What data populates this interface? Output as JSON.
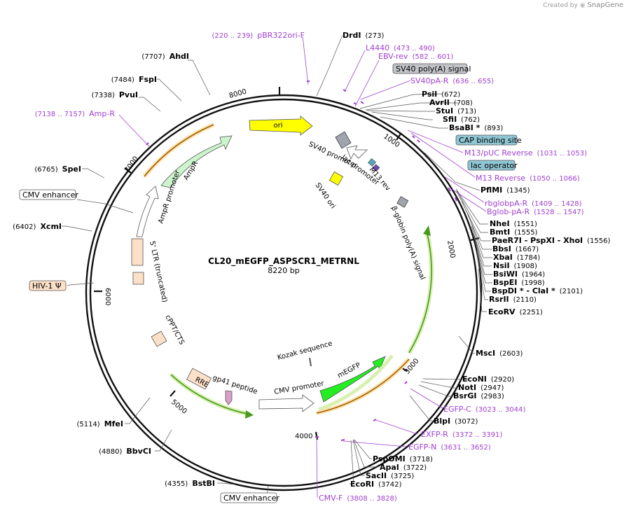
{
  "credit": {
    "prefix": "Created by",
    "brand": "SnapGene"
  },
  "plasmid": {
    "name": "CL20_mEGFP_ASPSCR1_METRNL",
    "size_label": "8220 bp",
    "length": 8220
  },
  "ticks": [
    "1000",
    "2000",
    "3000",
    "4000",
    "5000",
    "6000",
    "7000",
    "8000"
  ],
  "enzymes": [
    {
      "name": "DrdI",
      "pos": "(273)"
    },
    {
      "name": "PsiI",
      "pos": "(672)"
    },
    {
      "name": "AvrII",
      "pos": "(708)"
    },
    {
      "name": "StuI",
      "pos": "(713)"
    },
    {
      "name": "SfiI",
      "pos": "(762)"
    },
    {
      "name": "BsaBI *",
      "pos": "(893)"
    },
    {
      "name": "PflMI",
      "pos": "(1345)"
    },
    {
      "name": "NheI",
      "pos": "(1551)"
    },
    {
      "name": "BmtI",
      "pos": "(1555)"
    },
    {
      "name": "PaeR7I - PspXI - XhoI",
      "pos": "(1556)"
    },
    {
      "name": "BbsI",
      "pos": "(1667)"
    },
    {
      "name": "XbaI",
      "pos": "(1784)"
    },
    {
      "name": "NsiI",
      "pos": "(1908)"
    },
    {
      "name": "BsiWI",
      "pos": "(1964)"
    },
    {
      "name": "BspEI",
      "pos": "(1998)"
    },
    {
      "name": "BspDI * - ClaI *",
      "pos": "(2101)"
    },
    {
      "name": "RsrII",
      "pos": "(2110)"
    },
    {
      "name": "EcoRV",
      "pos": "(2251)"
    },
    {
      "name": "MscI",
      "pos": "(2603)"
    },
    {
      "name": "EcoNI",
      "pos": "(2920)"
    },
    {
      "name": "NotI",
      "pos": "(2947)"
    },
    {
      "name": "BsrGI",
      "pos": "(2983)"
    },
    {
      "name": "BlpI",
      "pos": "(3072)"
    },
    {
      "name": "PspOMI",
      "pos": "(3718)"
    },
    {
      "name": "ApaI",
      "pos": "(3722)"
    },
    {
      "name": "SacII",
      "pos": "(3725)"
    },
    {
      "name": "EcoRI",
      "pos": "(3742)"
    },
    {
      "name": "BstBI",
      "pos": "(4355)"
    },
    {
      "name": "BbvCI",
      "pos": "(4880)"
    },
    {
      "name": "MfeI",
      "pos": "(5114)"
    },
    {
      "name": "XcmI",
      "pos": "(6402)"
    },
    {
      "name": "SpeI",
      "pos": "(6765)"
    },
    {
      "name": "PvuI",
      "pos": "(7338)"
    },
    {
      "name": "FspI",
      "pos": "(7484)"
    },
    {
      "name": "AhdI",
      "pos": "(7707)"
    }
  ],
  "primers": [
    {
      "name": "pBR322ori-F",
      "range": "(220 .. 239)"
    },
    {
      "name": "L4440",
      "range": "(473 .. 490)"
    },
    {
      "name": "EBV-rev",
      "range": "(582 .. 601)"
    },
    {
      "name": "SV40pA-R",
      "range": "(636 .. 655)"
    },
    {
      "name": "M13/pUC Reverse",
      "range": "(1031 .. 1053)"
    },
    {
      "name": "M13 Reverse",
      "range": "(1050 .. 1066)"
    },
    {
      "name": "rbglobpA-R",
      "range": "(1409 .. 1428)"
    },
    {
      "name": "Bglob-pA-R",
      "range": "(1528 .. 1547)"
    },
    {
      "name": "EGFP-C",
      "range": "(3023 .. 3044)"
    },
    {
      "name": "EXFP-R",
      "range": "(3372 .. 3391)"
    },
    {
      "name": "EGFP-N",
      "range": "(3631 .. 3652)"
    },
    {
      "name": "CMV-F",
      "range": "(3808 .. 3828)"
    },
    {
      "name": "Amp-R",
      "range": "(7138 .. 7157)"
    }
  ],
  "boxed_features": [
    "SV40 poly(A) signal",
    "CAP binding site",
    "lac operator",
    "CMV enhancer",
    "HIV-1 Ψ",
    "CMV enhancer"
  ],
  "inner_labels": [
    "ori",
    "SV40 promoter",
    "lac promoter",
    "M13 rev",
    "SV40 ori",
    "β-globin poly(A) signal",
    "AmpR promoter",
    "AmpR",
    "5' LTR (truncated)",
    "cPPT/CTS",
    "RRE",
    "gp41 peptide",
    "CMV promoter",
    "Kozak sequence",
    "mEGFP"
  ]
}
